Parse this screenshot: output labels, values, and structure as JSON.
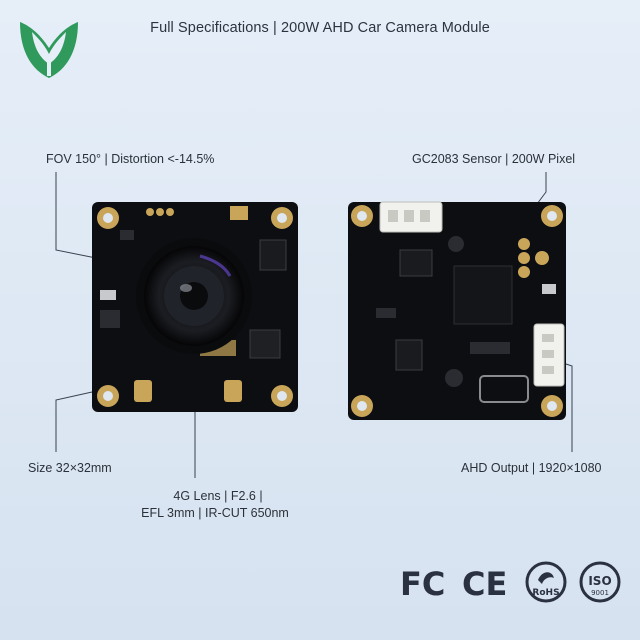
{
  "header": {
    "title": "Full Specifications | 200W AHD Car Camera Module",
    "brand_color": "#2f9a5b"
  },
  "callouts": {
    "fov": "FOV 150° | Distortion <-14.5%",
    "sensor": "GC2083 Sensor | 200W Pixel",
    "size": "Size 32×32mm",
    "lens_line1": "4G Lens | F2.6 |",
    "lens_line2": "EFL 3mm | IR-CUT 650nm",
    "output": "AHD Output | 1920×1080"
  },
  "certifications": {
    "fc": "FC",
    "ce": "CE",
    "rohs": "RoHS",
    "iso": "ISO",
    "iso_number": "9001"
  },
  "icons": [
    "brand-logo-icon",
    "fc-mark-icon",
    "ce-mark-icon",
    "rohs-badge-icon",
    "iso-badge-icon"
  ]
}
